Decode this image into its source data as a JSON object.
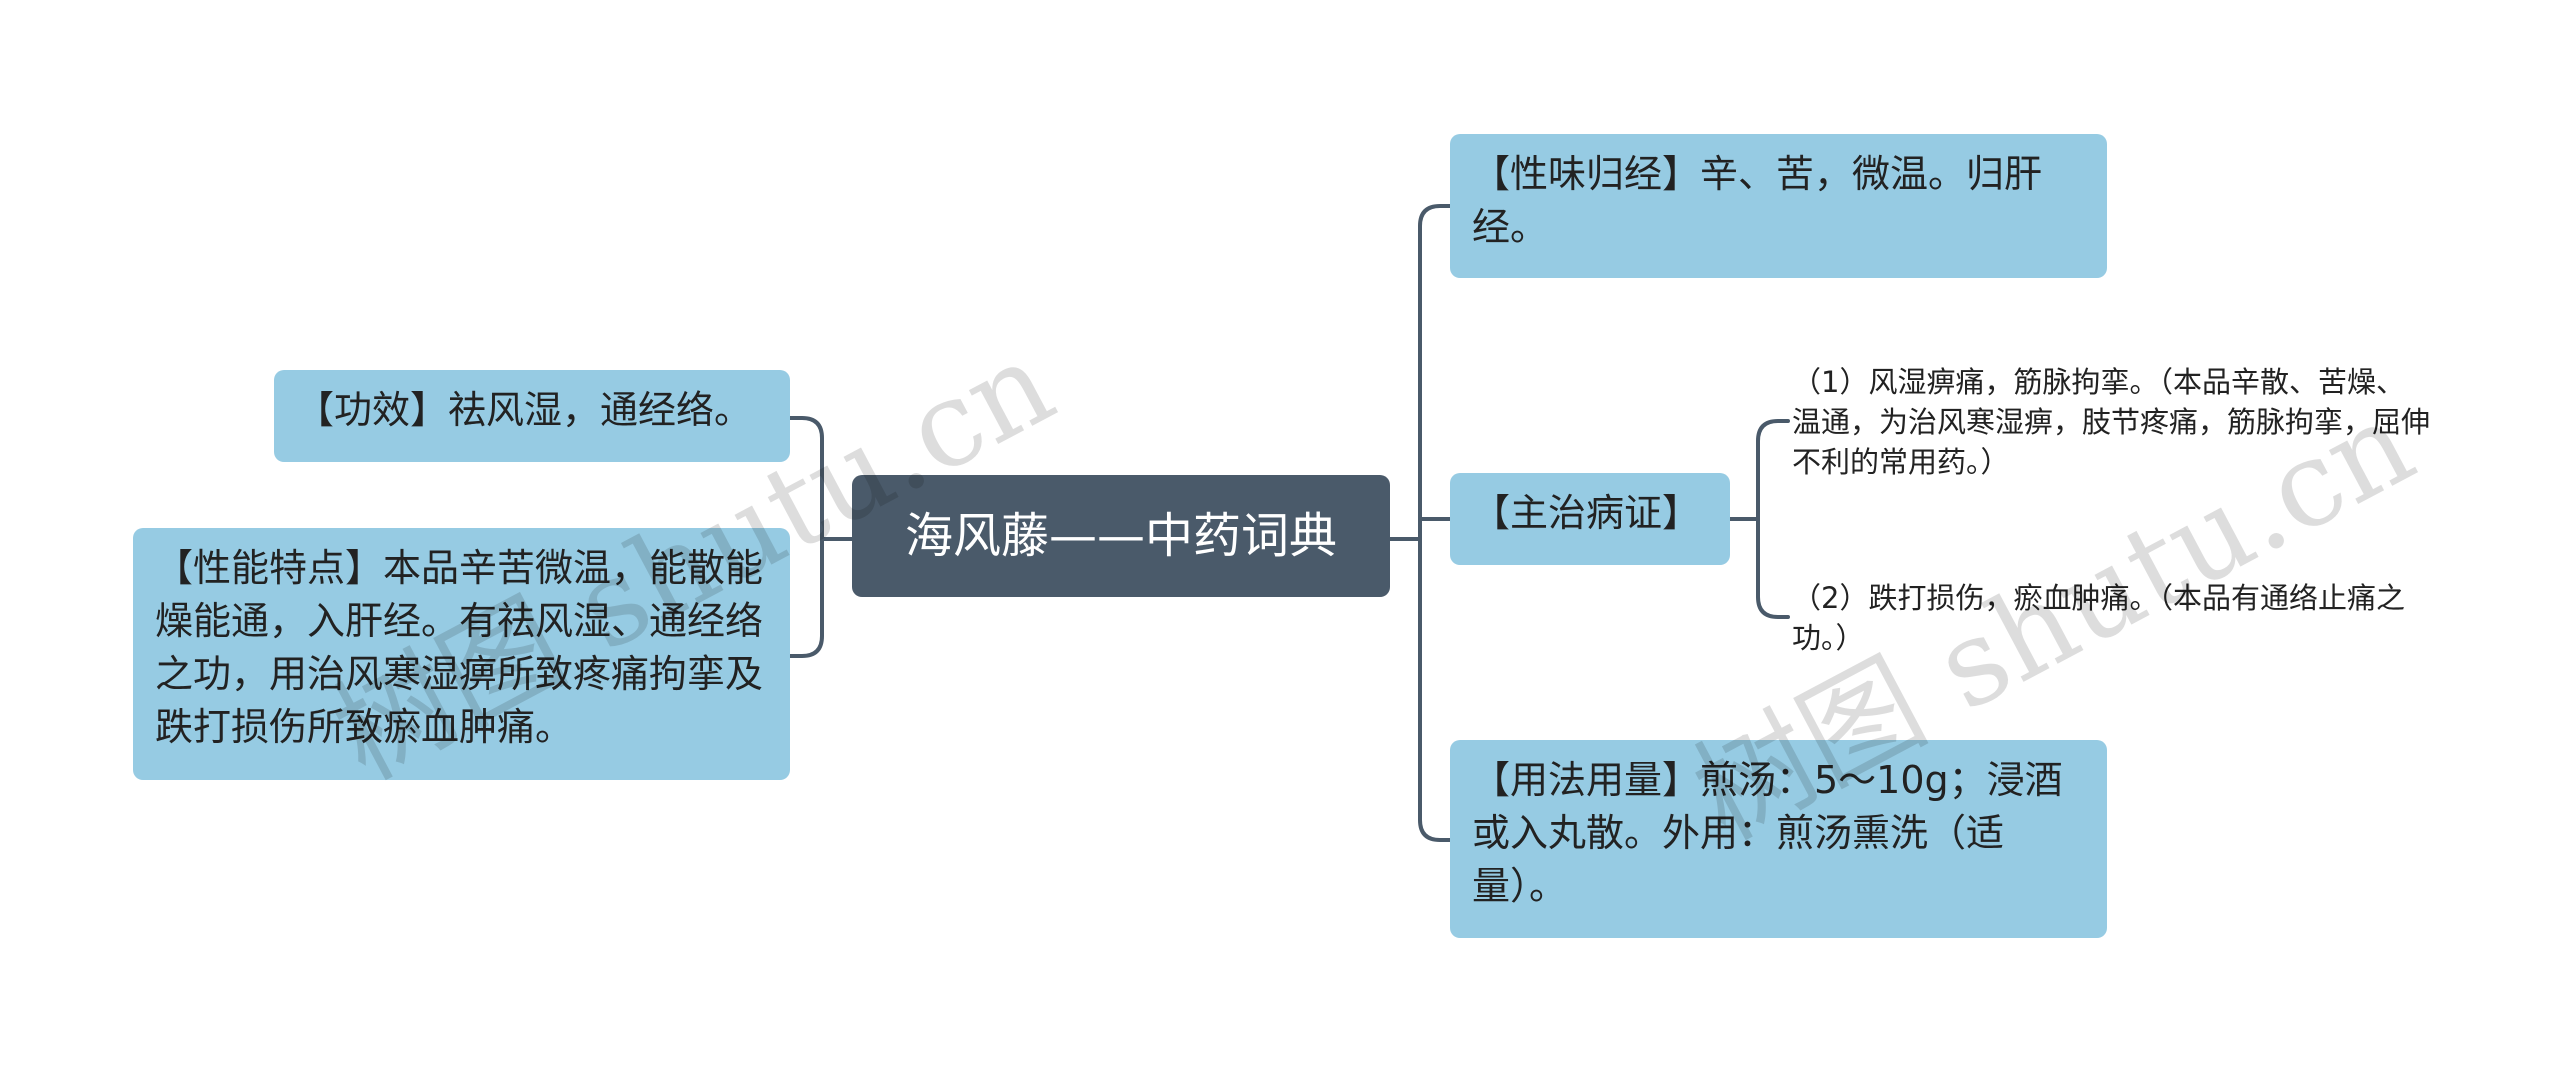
{
  "root": {
    "label": "海风藤——中药词典"
  },
  "left_nodes": [
    {
      "label": "【功效】祛风湿，通经络。"
    },
    {
      "label": "【性能特点】本品辛苦微温，能散能燥能通，入肝经。有祛风湿、通经络之功，用治风寒湿痹所致疼痛拘挛及跌打损伤所致瘀血肿痛。"
    }
  ],
  "right_nodes": [
    {
      "label": "【性味归经】辛、苦，微温。归肝经。"
    },
    {
      "label": "【主治病证】"
    },
    {
      "label": "【用法用量】煎汤：5～10g；浸酒或入丸散。外用：煎汤熏洗（适量）。"
    }
  ],
  "sub_nodes": [
    {
      "label": "（1）风湿痹痛，筋脉拘挛。（本品辛散、苦燥、温通，为治风寒湿痹，肢节疼痛，筋脉拘挛，屈伸不利的常用药。）"
    },
    {
      "label": "（2）跌打损伤，瘀血肿痛。（本品有通络止痛之功。）"
    }
  ],
  "watermark": [
    "树图 shutu.cn",
    "树图 shutu.cn"
  ],
  "colors": {
    "root": "#4a5a6a",
    "node": "#96cbe3",
    "line": "#4a5a6a"
  }
}
